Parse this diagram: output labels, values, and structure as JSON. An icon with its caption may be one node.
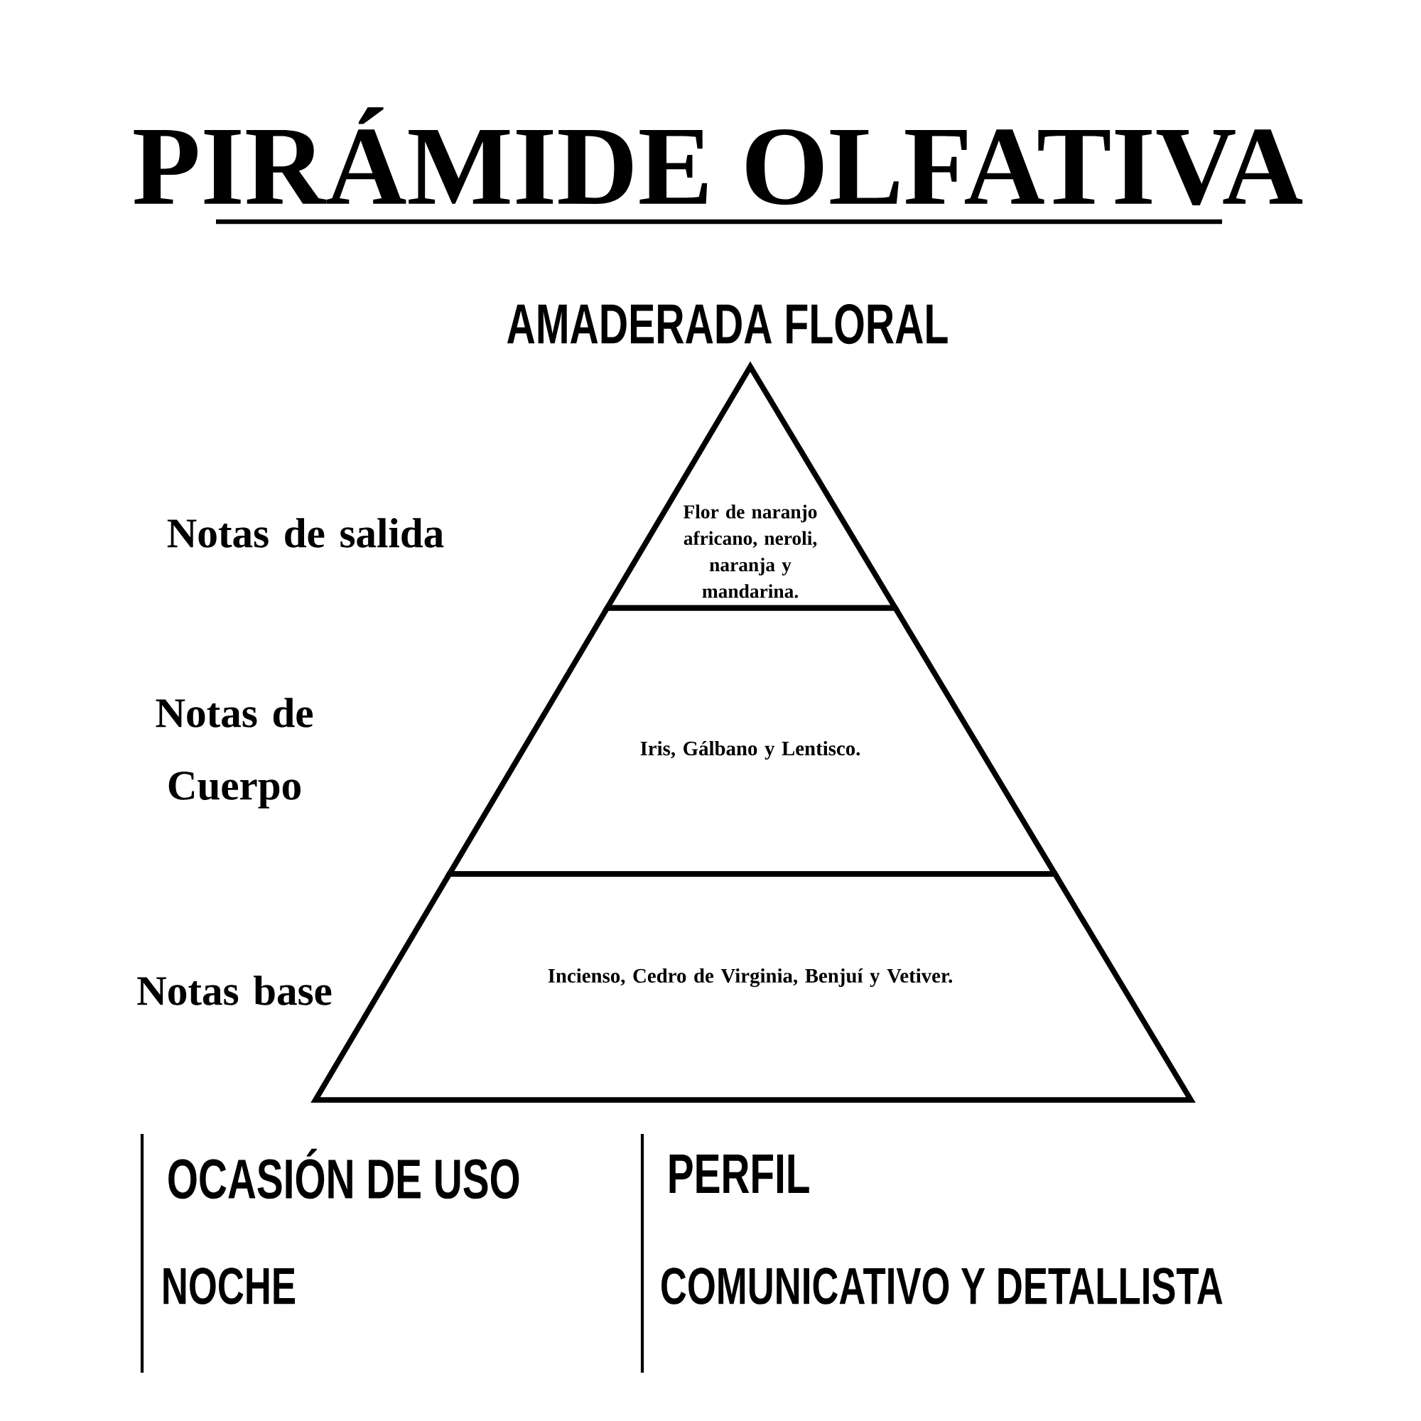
{
  "diagram": {
    "title": "PIRÁMIDE OLFATIVA",
    "nodes": [
      {
        "text": [
          "Flor de naranjo africano, neroli, naranja y mandarina."
        ]
      },
      {
        "text": [
          "Iris, Gálbano y Lentisco."
        ]
      },
      {
        "text": [
          "Incienso, Cedro de Virginia, Benjuí y Vetiver."
        ]
      }
    ],
    "labels": [
      "AMADERADA FLORAL",
      "Notas de salida",
      "Notas de Cuerpo",
      "Notas base",
      "OCASIÓN DE USO",
      "PERFIL",
      "NOCHE",
      "COMUNICATIVO Y DETALLISTA"
    ]
  }
}
